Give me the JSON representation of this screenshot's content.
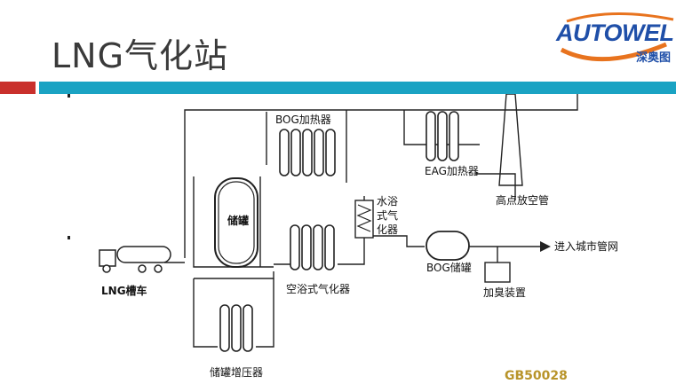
{
  "slide": {
    "title": "LNG气化站",
    "colors": {
      "red_bar": "#c9302c",
      "teal_bar": "#1aa3c3",
      "logo_blue": "#1f4fa8",
      "logo_orange": "#e8731e"
    }
  },
  "logo": {
    "word": "AUTOWEL",
    "sub": "深奥图",
    "icon": "autowell-swoosh-logo"
  },
  "diagram": {
    "labels": {
      "bog_heater": "BOG加热器",
      "eag_heater": "EAG加热器",
      "vent_stack": "高点放空管",
      "tank": "储罐",
      "water_bath": [
        "水浴",
        "式气",
        "化器"
      ],
      "to_city": "进入城市管网",
      "bog_tank": "BOG储罐",
      "odorizer": "加臭装置",
      "lng_truck": "LNG槽车",
      "air_vaporizer": "空浴式气化器",
      "pressurizer": "储罐增压器",
      "source": "GB50028"
    }
  }
}
